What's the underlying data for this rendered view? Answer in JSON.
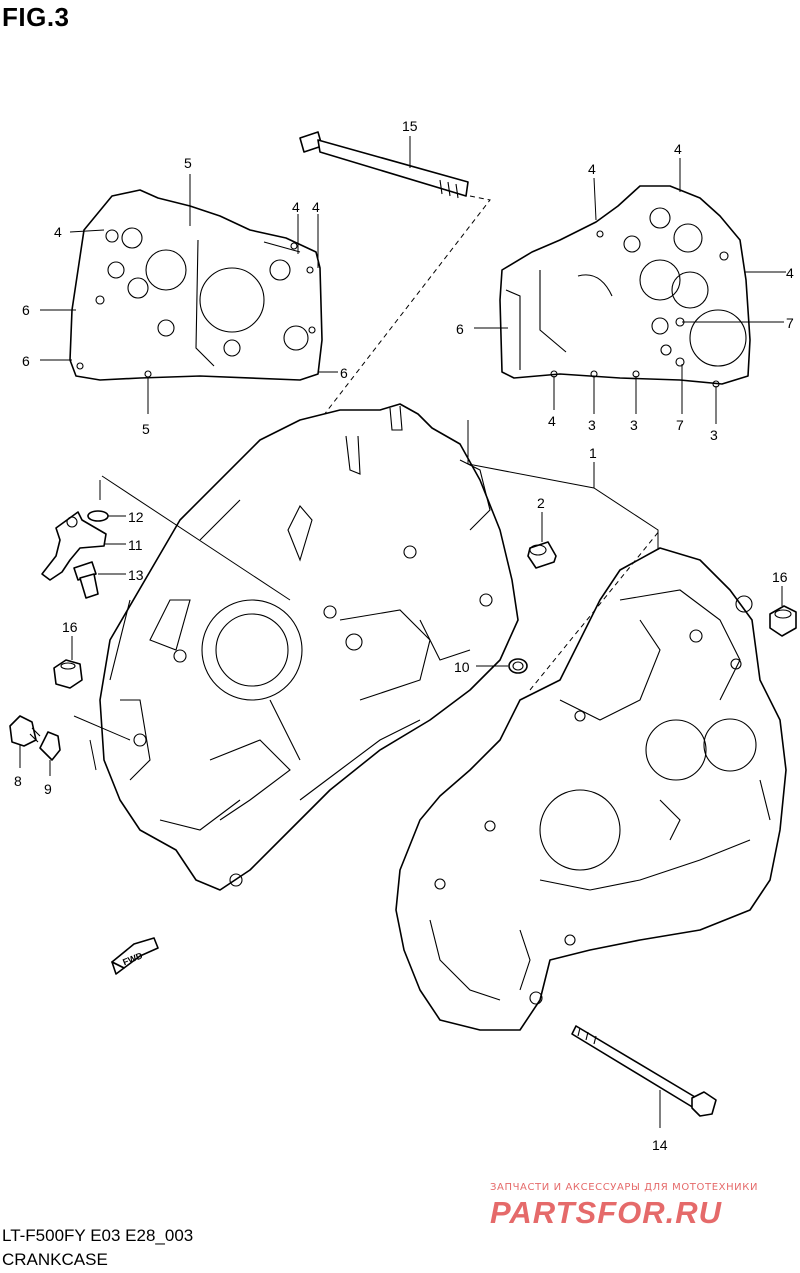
{
  "figure": {
    "title": "FIG.3"
  },
  "footer": {
    "model_code": "LT-F500FY E03 E28_003",
    "section_name": "CRANKCASE"
  },
  "watermark": {
    "subtitle": "ЗАПЧАСТИ И АКСЕССУАРЫ ДЛЯ МОТОТЕХНИКИ",
    "brand": "PARTSFOR.RU",
    "color": "#e56a6a"
  },
  "direction_marker": {
    "text": "FWD"
  },
  "callouts": [
    {
      "id": "c15",
      "text": "15"
    },
    {
      "id": "c5a",
      "text": "5"
    },
    {
      "id": "c4a",
      "text": "4"
    },
    {
      "id": "c4b",
      "text": "4"
    },
    {
      "id": "c4c",
      "text": "4"
    },
    {
      "id": "c6a",
      "text": "6"
    },
    {
      "id": "c6b",
      "text": "6"
    },
    {
      "id": "c6c",
      "text": "6"
    },
    {
      "id": "c5b",
      "text": "5"
    },
    {
      "id": "c4d",
      "text": "4"
    },
    {
      "id": "c4e",
      "text": "4"
    },
    {
      "id": "c4f",
      "text": "4"
    },
    {
      "id": "c6d",
      "text": "6"
    },
    {
      "id": "c7a",
      "text": "7"
    },
    {
      "id": "c4g",
      "text": "4"
    },
    {
      "id": "c3a",
      "text": "3"
    },
    {
      "id": "c3b",
      "text": "3"
    },
    {
      "id": "c7b",
      "text": "7"
    },
    {
      "id": "c3c",
      "text": "3"
    },
    {
      "id": "c1",
      "text": "1"
    },
    {
      "id": "c2",
      "text": "2"
    },
    {
      "id": "c12",
      "text": "12"
    },
    {
      "id": "c11",
      "text": "11"
    },
    {
      "id": "c13",
      "text": "13"
    },
    {
      "id": "c16a",
      "text": "16"
    },
    {
      "id": "c16b",
      "text": "16"
    },
    {
      "id": "c10",
      "text": "10"
    },
    {
      "id": "c8",
      "text": "8"
    },
    {
      "id": "c9",
      "text": "9"
    },
    {
      "id": "c14",
      "text": "14"
    }
  ]
}
